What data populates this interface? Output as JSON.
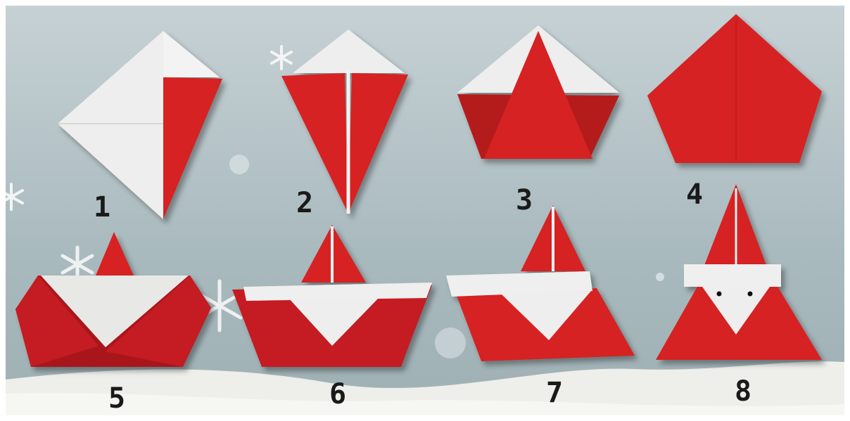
{
  "steps": [
    {
      "label": "1"
    },
    {
      "label": "2"
    },
    {
      "label": "3"
    },
    {
      "label": "4"
    },
    {
      "label": "5"
    },
    {
      "label": "6"
    },
    {
      "label": "7"
    },
    {
      "label": "8"
    }
  ],
  "colors": {
    "background_top": "#c3cfd3",
    "background_bottom": "#9fb1b5",
    "paper_red": "#d62223",
    "paper_red_dark": "#a8181b",
    "paper_white": "#eeeeee",
    "snow": "#f1f1ee",
    "border": "#ffffff"
  }
}
